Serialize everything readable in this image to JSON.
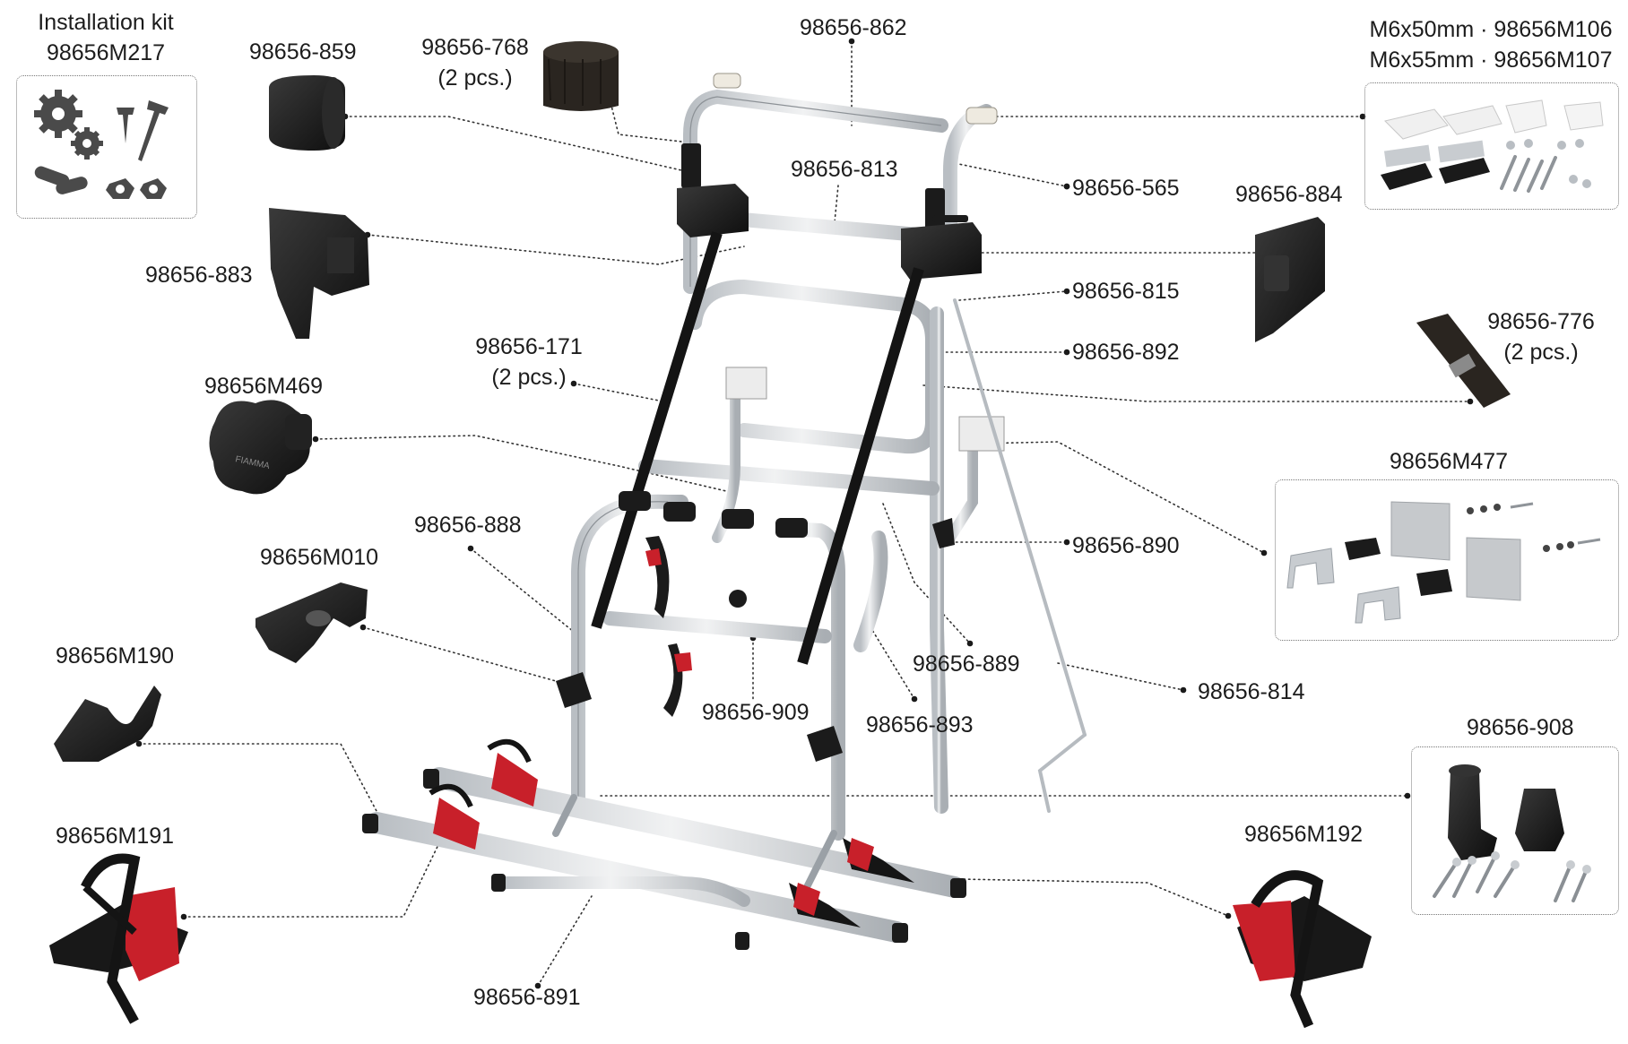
{
  "labels": {
    "installation_kit": {
      "title": "Installation kit",
      "code": "98656M217"
    },
    "p859": "98656-859",
    "p768": {
      "code": "98656-768",
      "qty": "(2 pcs.)"
    },
    "p862": "98656-862",
    "screws": {
      "line1": "M6x50mm · 98656M106",
      "line2": "M6x55mm · 98656M107"
    },
    "p813": "98656-813",
    "p565": "98656-565",
    "p884": "98656-884",
    "p883": "98656-883",
    "p815": "98656-815",
    "p776": {
      "code": "98656-776",
      "qty": "(2 pcs.)"
    },
    "p892": "98656-892",
    "p171": {
      "code": "98656-171",
      "qty": "(2 pcs.)"
    },
    "pM469": "98656M469",
    "pM477": "98656M477",
    "p888": "98656-888",
    "p890": "98656-890",
    "pM010": "98656M010",
    "p889": "98656-889",
    "p814": "98656-814",
    "pM190": "98656M190",
    "p909": "98656-909",
    "p893": "98656-893",
    "p908": "98656-908",
    "pM191": "98656M191",
    "pM192": "98656M192",
    "p891": "98656-891"
  },
  "part_brand_text": "FIAMMA",
  "colors": {
    "frame": "#d9dcdf",
    "frame_edge": "#9aa0a6",
    "black_part": "#1e1e1e",
    "red_part": "#c8202a",
    "leader": "#333333"
  }
}
